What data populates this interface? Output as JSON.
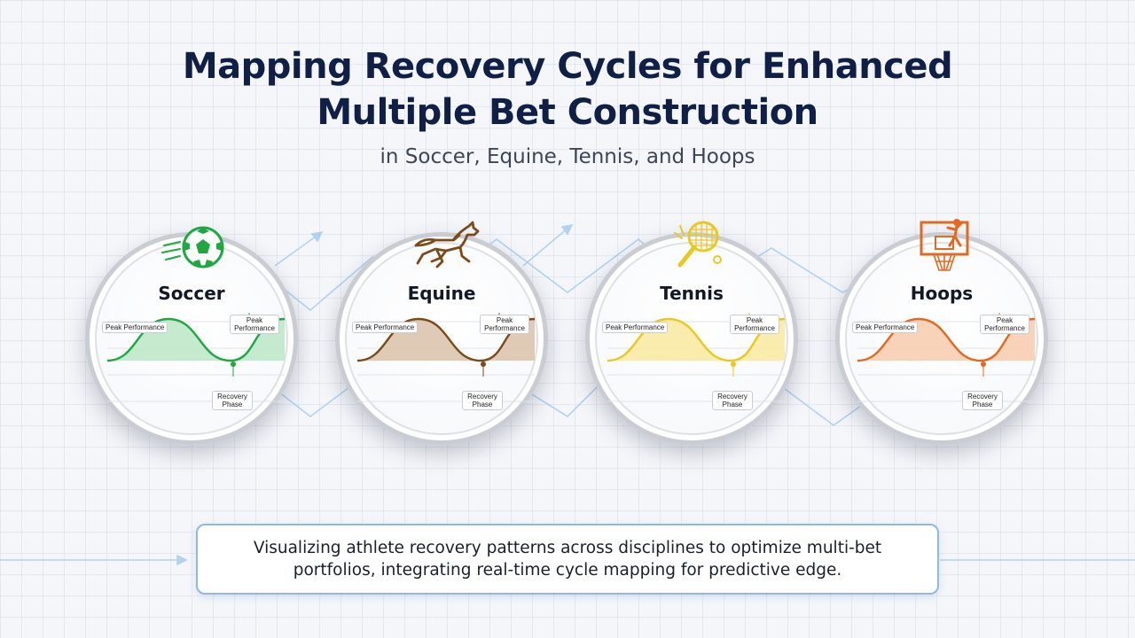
{
  "title": {
    "line1": "Mapping Recovery Cycles for Enhanced",
    "line2": "Multiple Bet Construction"
  },
  "subtitle": "in Soccer, Equine, Tennis, and Hoops",
  "sports": [
    {
      "name": "Soccer",
      "icon": "soccer-ball-icon",
      "color": "#1fa842",
      "fill": "#bfe8c8",
      "peak_label": "Peak Performance",
      "peak2_label": "Peak Performance",
      "recovery_label": "Recovery Phase"
    },
    {
      "name": "Equine",
      "icon": "horse-icon",
      "color": "#7b4a18",
      "fill": "#dcc5ad",
      "peak_label": "Peak Performance",
      "peak2_label": "Peak Performance",
      "recovery_label": "Recovery Phase"
    },
    {
      "name": "Tennis",
      "icon": "tennis-racket-icon",
      "color": "#e9c81f",
      "fill": "#f8eaa3",
      "peak_label": "Peak Performance",
      "peak2_label": "Peak Performance",
      "recovery_label": "Recovery Phase"
    },
    {
      "name": "Hoops",
      "icon": "basketball-hoop-icon",
      "color": "#e4681e",
      "fill": "#f8cdb2",
      "peak_label": "Peak Performance",
      "peak2_label": "Peak Performance",
      "recovery_label": "Recovery Phase"
    }
  ],
  "summary": "Visualizing athlete recovery patterns across disciplines to optimize multi-bet portfolios, integrating real-time cycle mapping for predictive edge."
}
